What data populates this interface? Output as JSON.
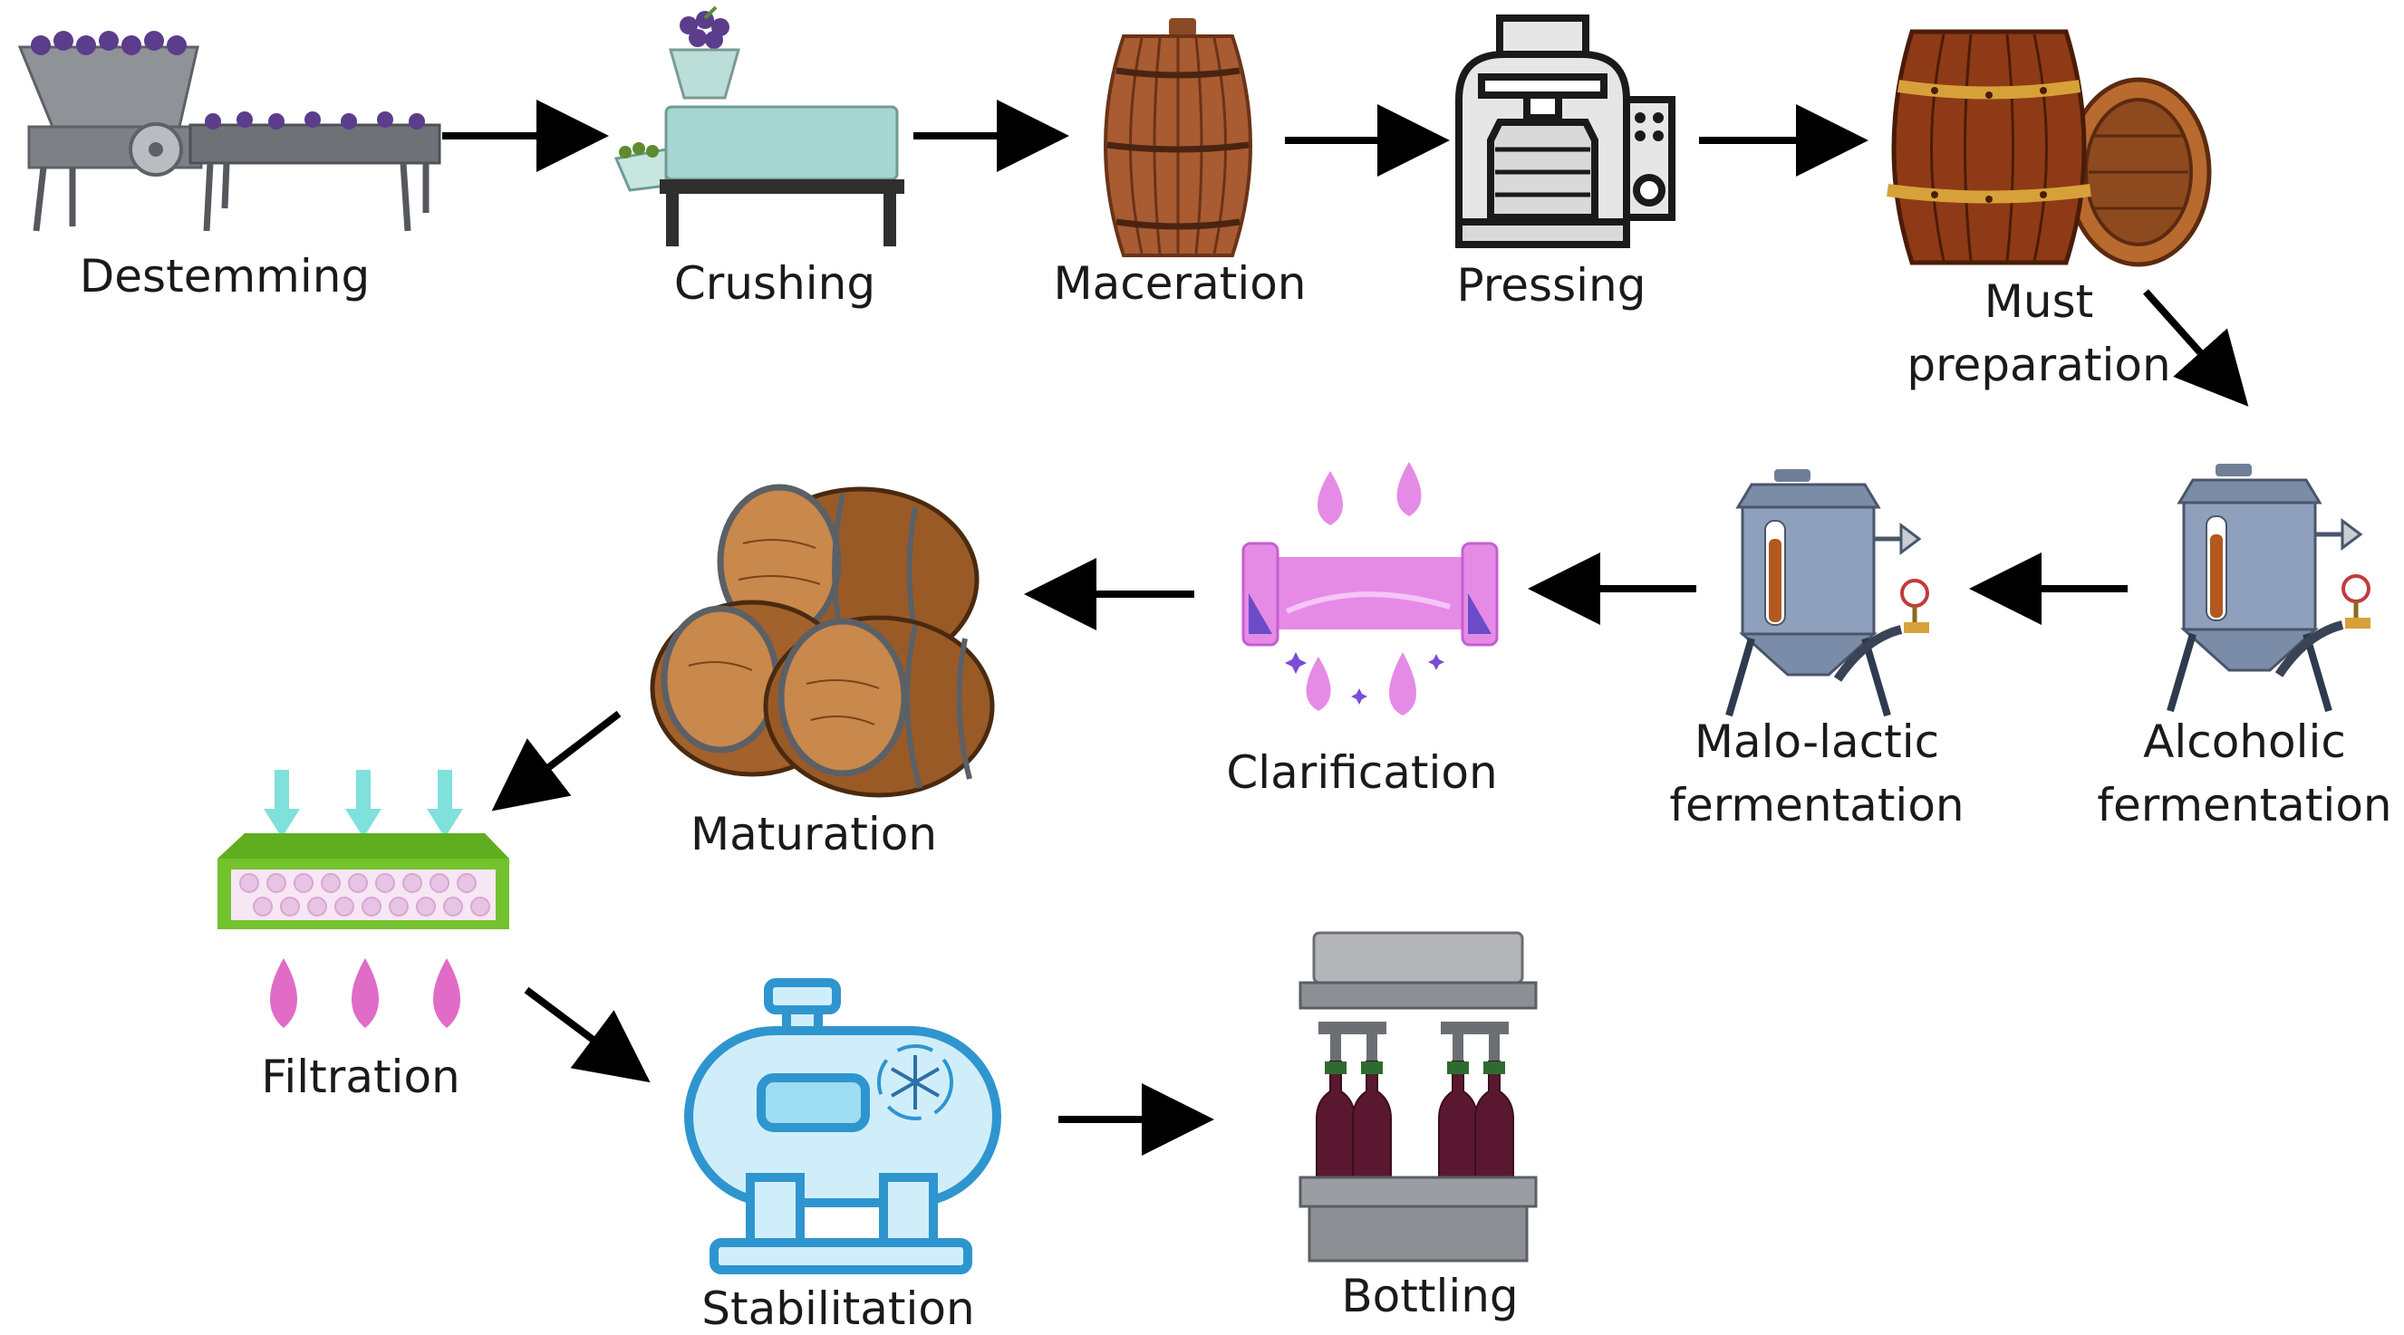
{
  "steps": {
    "destemming": {
      "label": "Destemming"
    },
    "crushing": {
      "label": "Crushing"
    },
    "maceration": {
      "label": "Maceration"
    },
    "pressing": {
      "label": "Pressing"
    },
    "must": {
      "line1": "Must",
      "line2": "preparation"
    },
    "alcoholic": {
      "line1": "Alcoholic",
      "line2": "fermentation"
    },
    "malolactic": {
      "line1": "Malo-lactic",
      "line2": "fermentation"
    },
    "clarification": {
      "label": "Clarification"
    },
    "maturation": {
      "label": "Maturation"
    },
    "filtration": {
      "label": "Filtration"
    },
    "stabilitation": {
      "label": "Stabilitation"
    },
    "bottling": {
      "label": "Bottling"
    }
  },
  "colors": {
    "arrow": "#000000",
    "steel": "#8a8d92",
    "grape": "#5b3d8c",
    "barrel_dark": "#7a3b1c",
    "barrel_light": "#b5652c",
    "band": "#d7a13a",
    "tank": "#8ea0bb",
    "pink": "#e58be6",
    "filter_green": "#74c22e",
    "cyan": "#7fe0dc",
    "stab_blue": "#2f95cf",
    "stab_fill": "#cfeef9",
    "wine": "#5a1830"
  },
  "icons": {
    "destemming": "destemmer-machine-icon",
    "crushing": "crusher-machine-icon",
    "maceration": "wooden-barrel-icon",
    "pressing": "wine-press-icon",
    "must": "barrels-icon",
    "alcoholic": "fermentation-tank-icon",
    "malolactic": "fermentation-tank-icon",
    "clarification": "clarification-pipe-icon",
    "maturation": "stacked-barrels-icon",
    "filtration": "filter-icon",
    "stabilitation": "cold-stabilization-tank-icon",
    "bottling": "bottling-machine-icon"
  }
}
